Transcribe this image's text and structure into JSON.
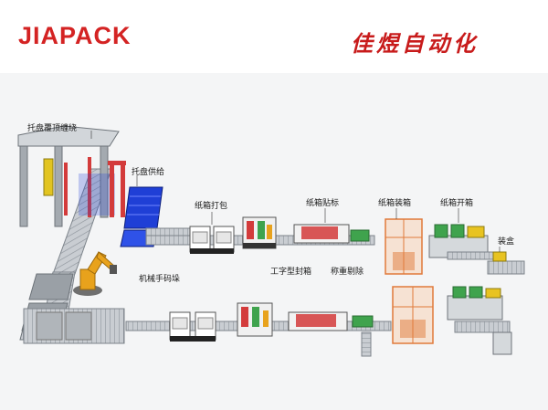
{
  "header": {
    "brand": "JIAPACK",
    "brand_cn": "佳煜自动化"
  },
  "labels": {
    "pallet_wrap": "托盘覆顶缠绕",
    "pallet_supply": "托盘供给",
    "carton_strap": "纸箱打包",
    "carton_label": "纸箱贴标",
    "case_packing": "纸箱装箱",
    "carton_erect": "纸箱开箱",
    "box_loading": "装盒",
    "h_sealer": "工字型封箱",
    "weigh_reject": "称重剔除",
    "robot_palletize": "机械手码垛"
  },
  "colors": {
    "brand_red": "#d42323",
    "robot_orange": "#e8a21c",
    "pallet_blue": "#1f3fd6",
    "frame_red": "#d33b3b",
    "conveyor_grey": "#b9bec4",
    "packer_orange": "#e07a3a",
    "module_green": "#3fa34d"
  }
}
